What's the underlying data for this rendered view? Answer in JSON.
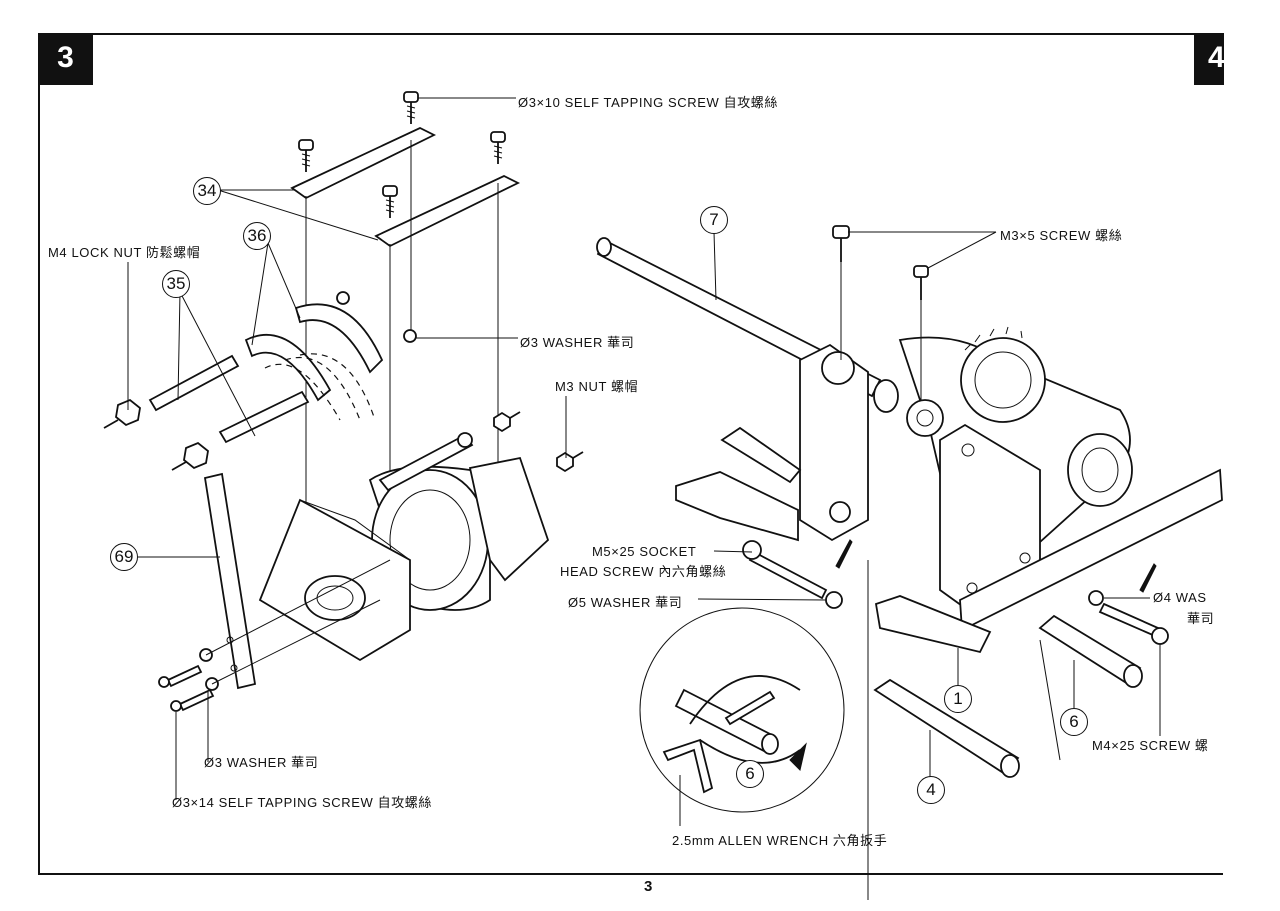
{
  "steps": {
    "left": "3",
    "right": "4"
  },
  "page_number": "3",
  "labels": {
    "self_tap_3x10": "Ø3×10 SELF TAPPING SCREW 自攻螺絲",
    "m4_lock_nut": "M4 LOCK NUT 防鬆螺帽",
    "washer3_top": "Ø3 WASHER 華司",
    "m3_nut": "M3 NUT 螺帽",
    "washer3_bottom": "Ø3 WASHER 華司",
    "self_tap_3x14": "Ø3×14 SELF TAPPING SCREW 自攻螺絲",
    "m3x5_screw": "M3×5 SCREW 螺絲",
    "m5x25_line1": "M5×25 SOCKET",
    "m5x25_line2": "HEAD SCREW 內六角螺絲",
    "washer5": "Ø5 WASHER 華司",
    "washer4_line1": "Ø4 WAS",
    "washer4_line2": "華司",
    "m4x25_screw": "M4×25 SCREW 螺",
    "allen_wrench": "2.5mm ALLEN WRENCH 六角扳手"
  },
  "part_numbers": {
    "p34": "34",
    "p36": "36",
    "p35": "35",
    "p69": "69",
    "p7": "7",
    "p1": "1",
    "p6_right": "6",
    "p6_inset": "6",
    "p4": "4"
  }
}
